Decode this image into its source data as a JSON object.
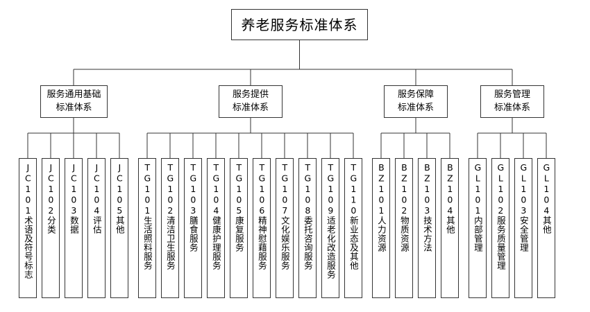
{
  "diagram": {
    "type": "organizational-tree",
    "title": "养老服务标准体系",
    "line_color": "#333333",
    "box_fill": "#ffffff",
    "text_color": "#000000",
    "root": {
      "label": "养老服务标准体系"
    },
    "branches": [
      {
        "code_prefix": "JC",
        "line1": "服务通用基础",
        "line2": "标准体系",
        "children": [
          {
            "code": "JC101",
            "label": "术语及符号标志"
          },
          {
            "code": "JC102",
            "label": "分类"
          },
          {
            "code": "JC103",
            "label": "数据"
          },
          {
            "code": "JC104",
            "label": "评估"
          },
          {
            "code": "JC105",
            "label": "其他"
          }
        ]
      },
      {
        "code_prefix": "TG",
        "line1": "服务提供",
        "line2": "标准体系",
        "children": [
          {
            "code": "TG101",
            "label": "生活照料服务"
          },
          {
            "code": "TG102",
            "label": "清洁卫生服务"
          },
          {
            "code": "TG103",
            "label": "膳食服务"
          },
          {
            "code": "TG104",
            "label": "健康护理服务"
          },
          {
            "code": "TG105",
            "label": "康复服务"
          },
          {
            "code": "TG106",
            "label": "精神慰藉服务"
          },
          {
            "code": "TG107",
            "label": "文化娱乐服务"
          },
          {
            "code": "TG108",
            "label": "委托咨询服务"
          },
          {
            "code": "TG109",
            "label": "适老化改造服务"
          },
          {
            "code": "TG110",
            "label": "新业态及其他"
          }
        ]
      },
      {
        "code_prefix": "BZ",
        "line1": "服务保障",
        "line2": "标准体系",
        "children": [
          {
            "code": "BZ101",
            "label": "人力资源"
          },
          {
            "code": "BZ102",
            "label": "物质资源"
          },
          {
            "code": "BZ103",
            "label": "技术方法"
          },
          {
            "code": "BZ104",
            "label": "其他"
          }
        ]
      },
      {
        "code_prefix": "GL",
        "line1": "服务管理",
        "line2": "标准体系",
        "children": [
          {
            "code": "GL101",
            "label": "内部管理"
          },
          {
            "code": "GL102",
            "label": "服务质量管理"
          },
          {
            "code": "GL103",
            "label": "安全管理"
          },
          {
            "code": "GL104",
            "label": "其他"
          }
        ]
      }
    ]
  }
}
